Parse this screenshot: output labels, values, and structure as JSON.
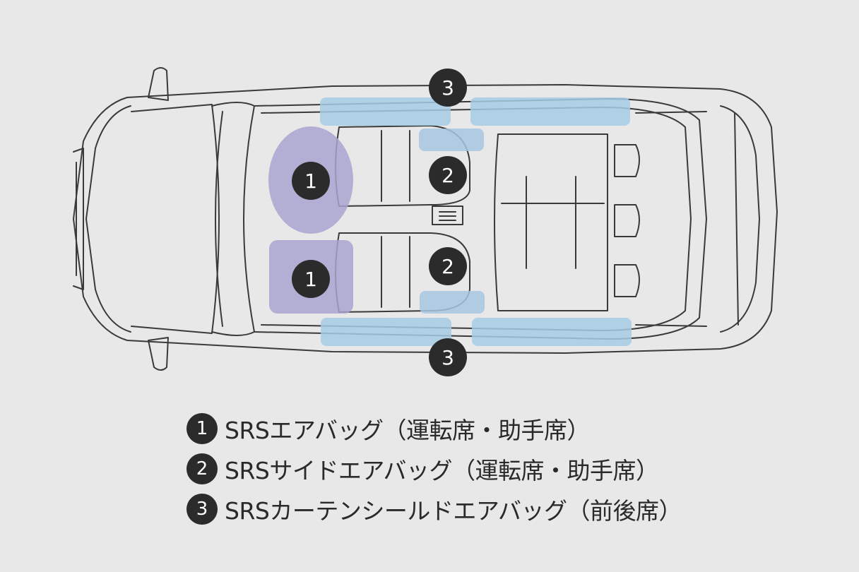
{
  "colors": {
    "background": "#e8e8e8",
    "front_airbag": "#a9a3cf",
    "side_airbag": "#a6c6e0",
    "curtain_airbag": "#a6cbe5",
    "marker": "#2b2b2b",
    "car_line": "#3a3a3a"
  },
  "markers": {
    "front_driver": "1",
    "front_passenger": "1",
    "side_driver": "2",
    "side_passenger": "2",
    "curtain_top": "3",
    "curtain_bottom": "3"
  },
  "legend": [
    {
      "number": "1",
      "text": "SRSエアバッグ（運転席・助手席）"
    },
    {
      "number": "2",
      "text": "SRSサイドエアバッグ（運転席・助手席）"
    },
    {
      "number": "3",
      "text": "SRSカーテンシールドエアバッグ（前後席）"
    }
  ]
}
